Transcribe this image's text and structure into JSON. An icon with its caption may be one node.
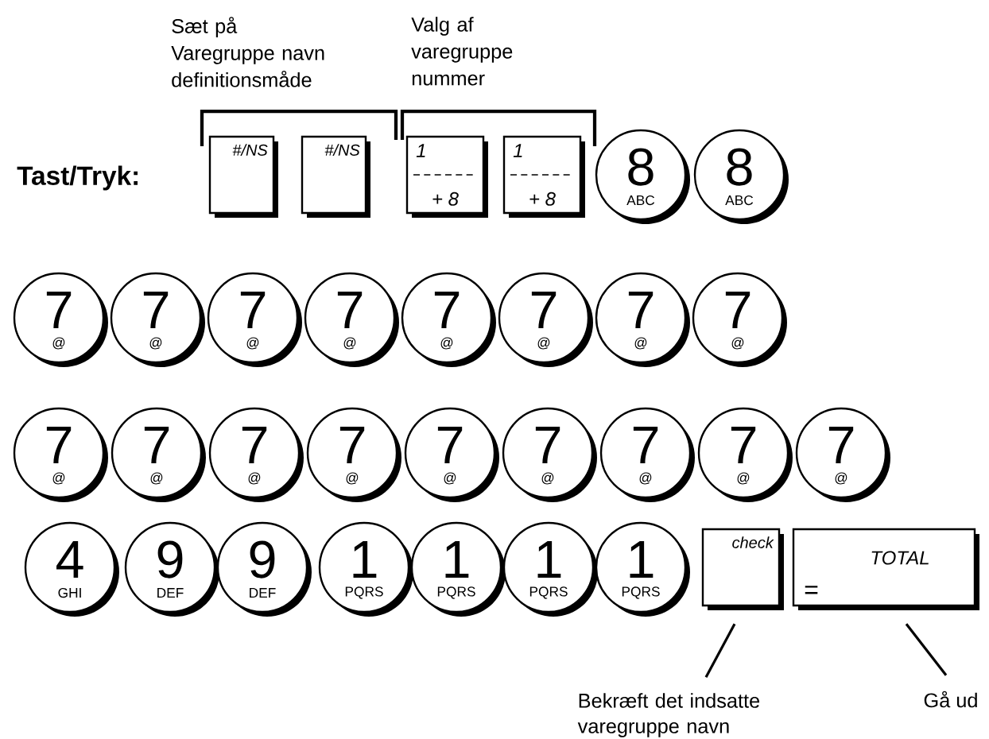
{
  "diagram": {
    "nodes": [
      {
        "text": [
          "#/NS"
        ]
      },
      {
        "text": [
          "#/NS"
        ]
      },
      {
        "text": [
          "1",
          "+ 8"
        ]
      },
      {
        "text": [
          "1",
          "+ 8"
        ]
      },
      {
        "text": [
          "8",
          "ABC"
        ]
      },
      {
        "text": [
          "8",
          "ABC"
        ]
      },
      {
        "text": [
          "7",
          "@"
        ]
      },
      {
        "text": [
          "7",
          "@"
        ]
      },
      {
        "text": [
          "7",
          "@"
        ]
      },
      {
        "text": [
          "7",
          "@"
        ]
      },
      {
        "text": [
          "7",
          "@"
        ]
      },
      {
        "text": [
          "7",
          "@"
        ]
      },
      {
        "text": [
          "7",
          "@"
        ]
      },
      {
        "text": [
          "7",
          "@"
        ]
      },
      {
        "text": [
          "7",
          "@"
        ]
      },
      {
        "text": [
          "7",
          "@"
        ]
      },
      {
        "text": [
          "7",
          "@"
        ]
      },
      {
        "text": [
          "7",
          "@"
        ]
      },
      {
        "text": [
          "7",
          "@"
        ]
      },
      {
        "text": [
          "7",
          "@"
        ]
      },
      {
        "text": [
          "7",
          "@"
        ]
      },
      {
        "text": [
          "7",
          "@"
        ]
      },
      {
        "text": [
          "7",
          "@"
        ]
      },
      {
        "text": [
          "4",
          "GHI"
        ]
      },
      {
        "text": [
          "9",
          "DEF"
        ]
      },
      {
        "text": [
          "9",
          "DEF"
        ]
      },
      {
        "text": [
          "1",
          "PQRS"
        ]
      },
      {
        "text": [
          "1",
          "PQRS"
        ]
      },
      {
        "text": [
          "1",
          "PQRS"
        ]
      },
      {
        "text": [
          "1",
          "PQRS"
        ]
      },
      {
        "text": [
          "check"
        ]
      },
      {
        "text": [
          "=",
          "TOTAL"
        ]
      },
      {
        "text": [
          "Bekræft det indsatte varegruppe navn"
        ]
      },
      {
        "text": [
          "Gå ud"
        ]
      }
    ],
    "edges": [
      {
        "from": 32,
        "to": 30,
        "arrow": "none"
      },
      {
        "from": 33,
        "to": 31,
        "arrow": "none"
      }
    ],
    "labels": [
      "Sæt på Varegruppe navn definitionsmåde",
      "Valg af varegruppe nummer",
      "Tast/Tryk:"
    ]
  }
}
